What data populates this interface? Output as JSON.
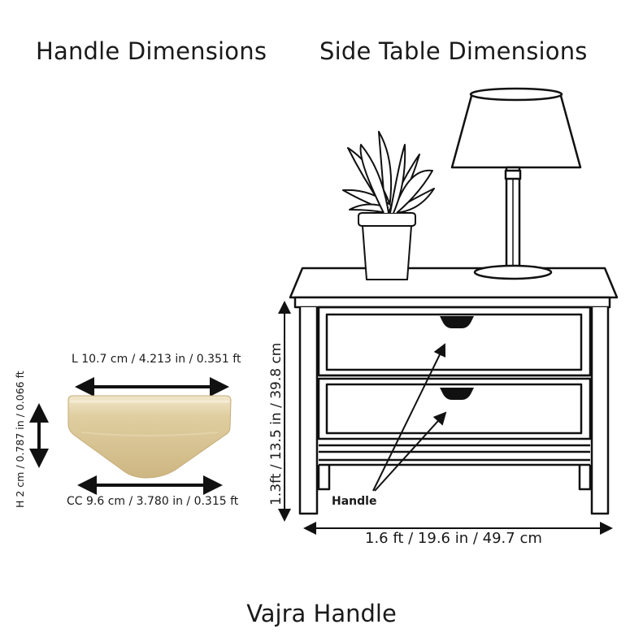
{
  "headings": {
    "handle": "Handle Dimensions",
    "table": "Side Table Dimensions"
  },
  "handle_dimensions": {
    "length": "L 10.7 cm / 4.213 in / 0.351 ft",
    "center_to_center": "CC 9.6 cm / 3.780 in / 0.315 ft",
    "height": "H 2 cm / 0.787 in / 0.066 ft"
  },
  "table_dimensions": {
    "height": "1.3ft / 13.5 in / 39.8 cm",
    "width": "1.6 ft / 19.6 in / 49.7 cm"
  },
  "callout": {
    "handle_label": "Handle"
  },
  "product": {
    "title": "Vajra Handle"
  },
  "colors": {
    "handle_brass": "#d8c495",
    "handle_highlight": "#efe3c2",
    "line": "#111111"
  }
}
